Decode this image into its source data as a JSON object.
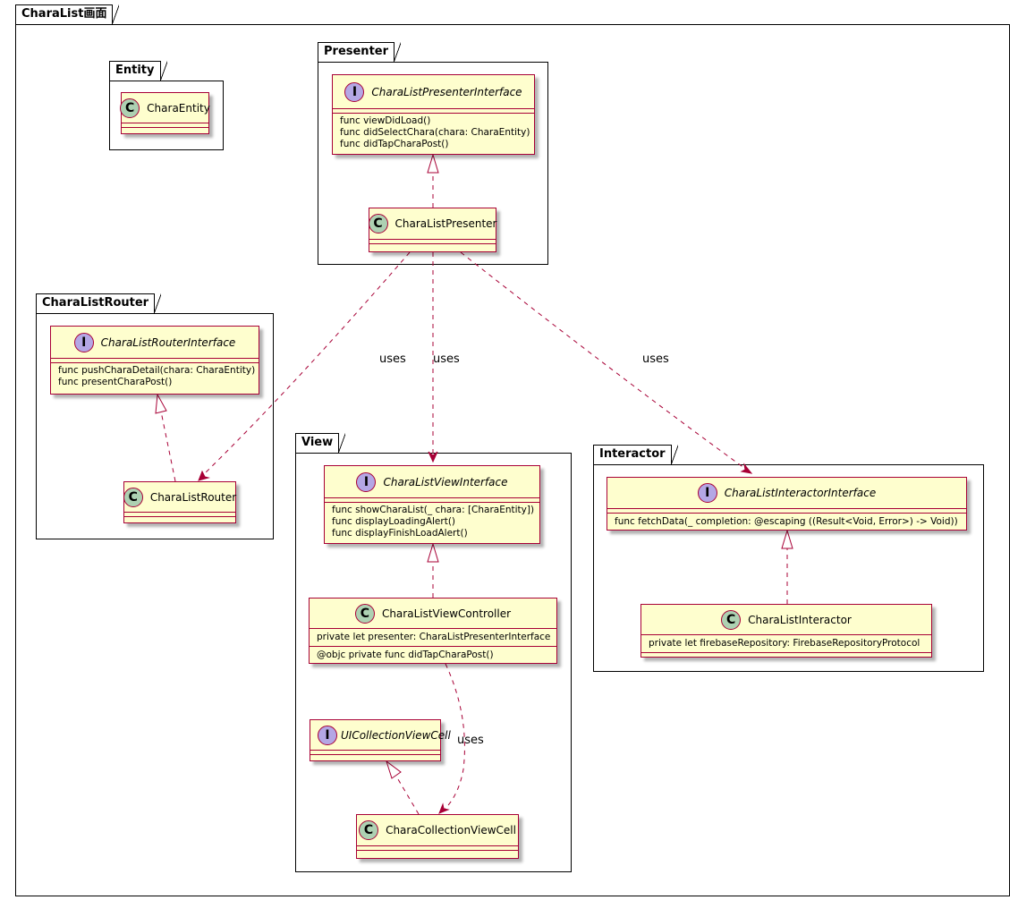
{
  "outer": {
    "title": "CharaList画面"
  },
  "packages": {
    "entity": {
      "title": "Entity"
    },
    "presenter": {
      "title": "Presenter"
    },
    "router": {
      "title": "CharaListRouter"
    },
    "view": {
      "title": "View"
    },
    "interactor": {
      "title": "Interactor"
    }
  },
  "classes": {
    "chara_entity": {
      "stereotype": "C",
      "name": "CharaEntity"
    },
    "presenter_interface": {
      "stereotype": "I",
      "name": "CharaListPresenterInterface",
      "methods": [
        "func viewDidLoad()",
        "func didSelectChara(chara: CharaEntity)",
        "func didTapCharaPost()"
      ]
    },
    "presenter": {
      "stereotype": "C",
      "name": "CharaListPresenter"
    },
    "router_interface": {
      "stereotype": "I",
      "name": "CharaListRouterInterface",
      "methods": [
        "func pushCharaDetail(chara: CharaEntity)",
        "func presentCharaPost()"
      ]
    },
    "router": {
      "stereotype": "C",
      "name": "CharaListRouter"
    },
    "view_interface": {
      "stereotype": "I",
      "name": "CharaListViewInterface",
      "methods": [
        "func showCharaList(_ chara: [CharaEntity])",
        "func displayLoadingAlert()",
        "func displayFinishLoadAlert()"
      ]
    },
    "view_controller": {
      "stereotype": "C",
      "name": "CharaListViewController",
      "fields": [
        "private let presenter: CharaListPresenterInterface"
      ],
      "methods": [
        "@objc private func didTapCharaPost()"
      ]
    },
    "collection_cell_interface": {
      "stereotype": "I",
      "name": "UICollectionViewCell"
    },
    "collection_cell": {
      "stereotype": "C",
      "name": "CharaCollectionViewCell"
    },
    "interactor_interface": {
      "stereotype": "I",
      "name": "CharaListInteractorInterface",
      "methods": [
        "func fetchData(_ completion: @escaping ((Result<Void, Error>) -> Void))"
      ]
    },
    "interactor": {
      "stereotype": "C",
      "name": "CharaListInteractor",
      "fields": [
        "private let firebaseRepository: FirebaseRepositoryProtocol"
      ]
    }
  },
  "relations": {
    "uses_router": "uses",
    "uses_view": "uses",
    "uses_interactor": "uses",
    "uses_cell": "uses"
  },
  "colors": {
    "class_fill": "#fefece",
    "class_border": "#a80036",
    "class_circle": "#add1b2",
    "interface_circle": "#b4a7e5",
    "arrow": "#a80036"
  }
}
